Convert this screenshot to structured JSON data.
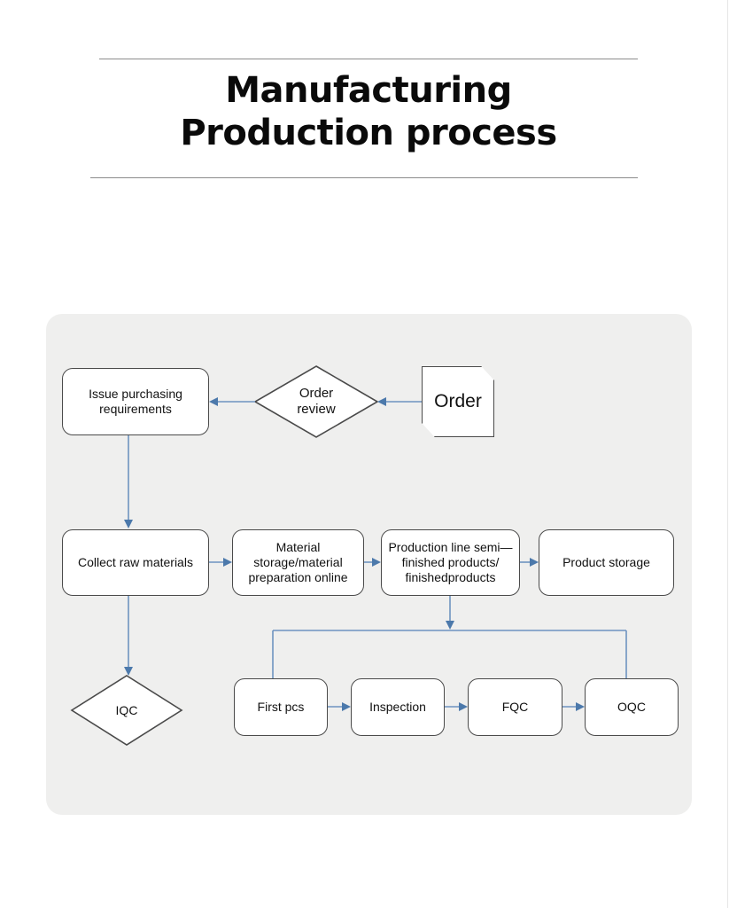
{
  "document": {
    "title_line1": "Manufacturing",
    "title_line2": "Production process",
    "title_full": "Manufacturing\nProduction process"
  },
  "theme": {
    "page_background": "#ffffff",
    "panel_background": "#efefee",
    "node_fill": "#ffffff",
    "node_stroke": "#4a4a4a",
    "connector_color": "#6e93c0",
    "arrowhead_color": "#4c79ab",
    "rule_color": "#8c8c8c",
    "text_color": "#111111"
  },
  "flowchart": {
    "nodes": [
      {
        "id": "issue-purchasing-requirements",
        "label": "Issue purchasing\nrequirements",
        "shape": "rounded-rectangle",
        "row": "top"
      },
      {
        "id": "order-review",
        "label": "Order\nreview",
        "shape": "diamond",
        "row": "top"
      },
      {
        "id": "order",
        "label": "Order",
        "shape": "clipped-rectangle",
        "row": "top"
      },
      {
        "id": "collect-raw-materials",
        "label": "Collect raw materials",
        "shape": "rounded-rectangle",
        "row": "middle"
      },
      {
        "id": "material-storage-preparation",
        "label": "Material\nstorage/material\npreparation online",
        "shape": "rounded-rectangle",
        "row": "middle"
      },
      {
        "id": "production-line",
        "label": "Production line semi—\nfinished products/\nfinishedproducts",
        "shape": "rounded-rectangle",
        "row": "middle"
      },
      {
        "id": "product-storage",
        "label": "Product storage",
        "shape": "rounded-rectangle",
        "row": "middle"
      },
      {
        "id": "iqc",
        "label": "IQC",
        "shape": "diamond",
        "row": "bottom"
      },
      {
        "id": "first-pcs",
        "label": "First pcs",
        "shape": "rounded-rectangle",
        "row": "bottom"
      },
      {
        "id": "inspection",
        "label": "Inspection",
        "shape": "rounded-rectangle",
        "row": "bottom"
      },
      {
        "id": "fqc",
        "label": "FQC",
        "shape": "rounded-rectangle",
        "row": "bottom"
      },
      {
        "id": "oqc",
        "label": "OQC",
        "shape": "rounded-rectangle",
        "row": "bottom"
      }
    ],
    "edges": [
      {
        "from": "order",
        "to": "order-review",
        "direction": "left"
      },
      {
        "from": "order-review",
        "to": "issue-purchasing-requirements",
        "direction": "left"
      },
      {
        "from": "issue-purchasing-requirements",
        "to": "collect-raw-materials",
        "direction": "down"
      },
      {
        "from": "collect-raw-materials",
        "to": "material-storage-preparation",
        "direction": "right"
      },
      {
        "from": "material-storage-preparation",
        "to": "production-line",
        "direction": "right"
      },
      {
        "from": "production-line",
        "to": "product-storage",
        "direction": "right"
      },
      {
        "from": "collect-raw-materials",
        "to": "iqc",
        "direction": "down"
      },
      {
        "from": "production-line",
        "to": "inspection-bus",
        "direction": "down"
      },
      {
        "from": "inspection-bus",
        "to": "first-pcs",
        "direction": "down"
      },
      {
        "from": "inspection-bus",
        "to": "oqc",
        "direction": "down"
      },
      {
        "from": "first-pcs",
        "to": "inspection",
        "direction": "right"
      },
      {
        "from": "inspection",
        "to": "fqc",
        "direction": "right"
      },
      {
        "from": "fqc",
        "to": "oqc",
        "direction": "right"
      }
    ]
  }
}
